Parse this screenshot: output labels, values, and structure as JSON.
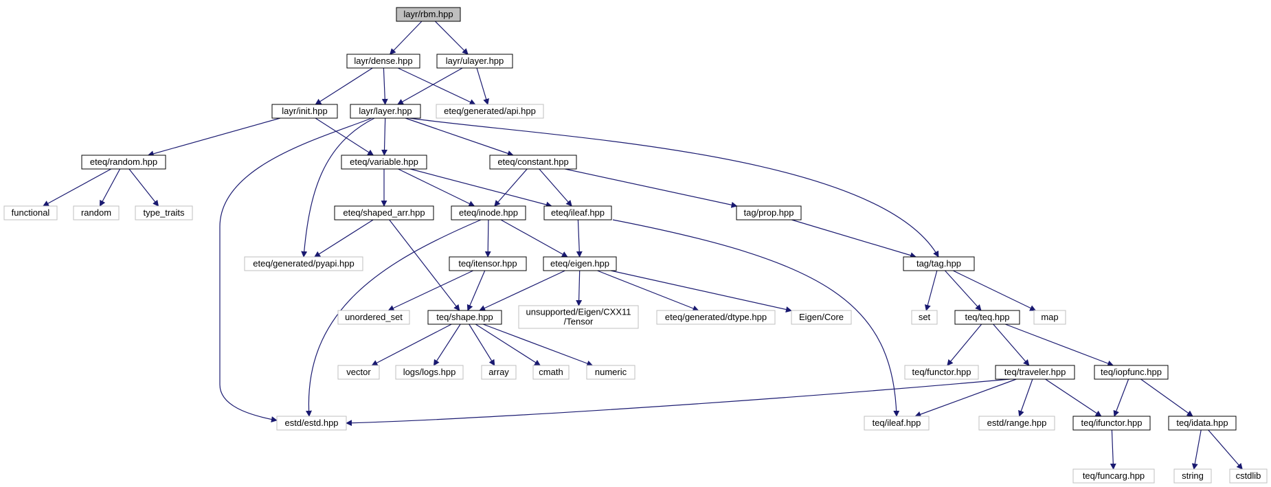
{
  "colors": {
    "edge": "#191970",
    "root_fill": "#bfbfbf",
    "doc_border": "#000000",
    "ext_border": "#bfbfbf"
  },
  "nodes": [
    {
      "id": "rbm",
      "label": "layr/rbm.hpp",
      "kind": "root"
    },
    {
      "id": "dense",
      "label": "layr/dense.hpp",
      "kind": "doc"
    },
    {
      "id": "ulayer",
      "label": "layr/ulayer.hpp",
      "kind": "doc"
    },
    {
      "id": "init",
      "label": "layr/init.hpp",
      "kind": "doc"
    },
    {
      "id": "layer",
      "label": "layr/layer.hpp",
      "kind": "doc"
    },
    {
      "id": "api",
      "label": "eteq/generated/api.hpp",
      "kind": "ext"
    },
    {
      "id": "random_hpp",
      "label": "eteq/random.hpp",
      "kind": "doc"
    },
    {
      "id": "variable",
      "label": "eteq/variable.hpp",
      "kind": "doc"
    },
    {
      "id": "constant",
      "label": "eteq/constant.hpp",
      "kind": "doc"
    },
    {
      "id": "functional",
      "label": "functional",
      "kind": "ext"
    },
    {
      "id": "random",
      "label": "random",
      "kind": "ext"
    },
    {
      "id": "type_traits",
      "label": "type_traits",
      "kind": "ext"
    },
    {
      "id": "shaped_arr",
      "label": "eteq/shaped_arr.hpp",
      "kind": "doc"
    },
    {
      "id": "inode",
      "label": "eteq/inode.hpp",
      "kind": "doc"
    },
    {
      "id": "eteq_ileaf",
      "label": "eteq/ileaf.hpp",
      "kind": "doc"
    },
    {
      "id": "prop",
      "label": "tag/prop.hpp",
      "kind": "doc"
    },
    {
      "id": "pyapi",
      "label": "eteq/generated/pyapi.hpp",
      "kind": "ext"
    },
    {
      "id": "itensor",
      "label": "teq/itensor.hpp",
      "kind": "doc"
    },
    {
      "id": "eigen",
      "label": "eteq/eigen.hpp",
      "kind": "doc"
    },
    {
      "id": "tag",
      "label": "tag/tag.hpp",
      "kind": "doc"
    },
    {
      "id": "unordered_set",
      "label": "unordered_set",
      "kind": "ext"
    },
    {
      "id": "shape",
      "label": "teq/shape.hpp",
      "kind": "doc"
    },
    {
      "id": "unsupported",
      "label": "unsupported/Eigen/CXX11\n/Tensor",
      "kind": "ext"
    },
    {
      "id": "dtype",
      "label": "eteq/generated/dtype.hpp",
      "kind": "ext"
    },
    {
      "id": "eigen_core",
      "label": "Eigen/Core",
      "kind": "ext"
    },
    {
      "id": "set",
      "label": "set",
      "kind": "ext"
    },
    {
      "id": "teq",
      "label": "teq/teq.hpp",
      "kind": "doc"
    },
    {
      "id": "map",
      "label": "map",
      "kind": "ext"
    },
    {
      "id": "vector",
      "label": "vector",
      "kind": "ext"
    },
    {
      "id": "logs",
      "label": "logs/logs.hpp",
      "kind": "ext"
    },
    {
      "id": "array",
      "label": "array",
      "kind": "ext"
    },
    {
      "id": "cmath",
      "label": "cmath",
      "kind": "ext"
    },
    {
      "id": "numeric",
      "label": "numeric",
      "kind": "ext"
    },
    {
      "id": "functor",
      "label": "teq/functor.hpp",
      "kind": "ext"
    },
    {
      "id": "traveler",
      "label": "teq/traveler.hpp",
      "kind": "doc"
    },
    {
      "id": "iopfunc",
      "label": "teq/iopfunc.hpp",
      "kind": "doc"
    },
    {
      "id": "estd",
      "label": "estd/estd.hpp",
      "kind": "ext"
    },
    {
      "id": "teq_ileaf",
      "label": "teq/ileaf.hpp",
      "kind": "ext"
    },
    {
      "id": "range",
      "label": "estd/range.hpp",
      "kind": "ext"
    },
    {
      "id": "ifunctor",
      "label": "teq/ifunctor.hpp",
      "kind": "doc"
    },
    {
      "id": "idata",
      "label": "teq/idata.hpp",
      "kind": "doc"
    },
    {
      "id": "funcarg",
      "label": "teq/funcarg.hpp",
      "kind": "ext"
    },
    {
      "id": "string",
      "label": "string",
      "kind": "ext"
    },
    {
      "id": "cstdlib",
      "label": "cstdlib",
      "kind": "ext"
    }
  ],
  "edges": [
    [
      "rbm",
      "dense"
    ],
    [
      "rbm",
      "ulayer"
    ],
    [
      "dense",
      "init"
    ],
    [
      "dense",
      "layer"
    ],
    [
      "dense",
      "api"
    ],
    [
      "ulayer",
      "layer"
    ],
    [
      "ulayer",
      "api"
    ],
    [
      "init",
      "random_hpp"
    ],
    [
      "init",
      "variable"
    ],
    [
      "layer",
      "variable"
    ],
    [
      "layer",
      "constant"
    ],
    [
      "layer",
      "pyapi"
    ],
    [
      "layer",
      "estd"
    ],
    [
      "layer",
      "tag"
    ],
    [
      "random_hpp",
      "functional"
    ],
    [
      "random_hpp",
      "random"
    ],
    [
      "random_hpp",
      "type_traits"
    ],
    [
      "variable",
      "shaped_arr"
    ],
    [
      "variable",
      "inode"
    ],
    [
      "variable",
      "eteq_ileaf"
    ],
    [
      "constant",
      "inode"
    ],
    [
      "constant",
      "eteq_ileaf"
    ],
    [
      "constant",
      "prop"
    ],
    [
      "shaped_arr",
      "pyapi"
    ],
    [
      "shaped_arr",
      "shape"
    ],
    [
      "inode",
      "itensor"
    ],
    [
      "inode",
      "eigen"
    ],
    [
      "inode",
      "estd"
    ],
    [
      "eteq_ileaf",
      "eigen"
    ],
    [
      "eteq_ileaf",
      "teq_ileaf"
    ],
    [
      "prop",
      "tag"
    ],
    [
      "itensor",
      "unordered_set"
    ],
    [
      "itensor",
      "shape"
    ],
    [
      "eigen",
      "shape"
    ],
    [
      "eigen",
      "unsupported"
    ],
    [
      "eigen",
      "dtype"
    ],
    [
      "eigen",
      "eigen_core"
    ],
    [
      "tag",
      "set"
    ],
    [
      "tag",
      "teq"
    ],
    [
      "tag",
      "map"
    ],
    [
      "shape",
      "vector"
    ],
    [
      "shape",
      "logs"
    ],
    [
      "shape",
      "array"
    ],
    [
      "shape",
      "cmath"
    ],
    [
      "shape",
      "numeric"
    ],
    [
      "teq",
      "functor"
    ],
    [
      "teq",
      "traveler"
    ],
    [
      "teq",
      "iopfunc"
    ],
    [
      "traveler",
      "estd"
    ],
    [
      "traveler",
      "teq_ileaf"
    ],
    [
      "traveler",
      "range"
    ],
    [
      "traveler",
      "ifunctor"
    ],
    [
      "iopfunc",
      "ifunctor"
    ],
    [
      "iopfunc",
      "idata"
    ],
    [
      "ifunctor",
      "funcarg"
    ],
    [
      "idata",
      "string"
    ],
    [
      "idata",
      "cstdlib"
    ]
  ]
}
